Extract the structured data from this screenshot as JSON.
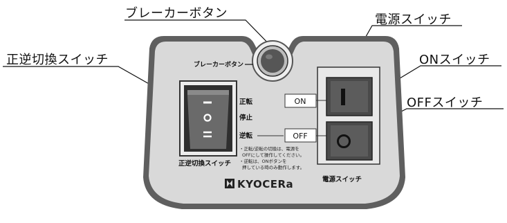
{
  "callouts": {
    "breaker_button": "ブレーカーボタン",
    "power_switch": "電源スイッチ",
    "fwd_rev_switch": "正逆切換スイッチ",
    "on_switch": "ONスイッチ",
    "off_switch": "OFFスイッチ"
  },
  "panel": {
    "breaker_label": "ブレーカーボタン",
    "forward": "正転",
    "stop": "停止",
    "reverse": "逆転",
    "fwd_rev_caption": "正逆切換スイッチ",
    "on_label": "ON",
    "off_label": "OFF",
    "power_caption": "電源スイッチ",
    "note_line1": "・正転/逆転の切換は、電源を",
    "note_line2": "OFFにして操作してください。",
    "note_line3": "・逆転は、ONボタンを",
    "note_line4": "押している時のみ動作します。",
    "brand": "KYOCERa"
  },
  "colors": {
    "panel_fill": "#d9d9d9",
    "inner_fill": "#e6e6e6",
    "rocker_fill": "#6a6a6a",
    "rocker_dark": "#444444",
    "button_fill": "#565656"
  }
}
